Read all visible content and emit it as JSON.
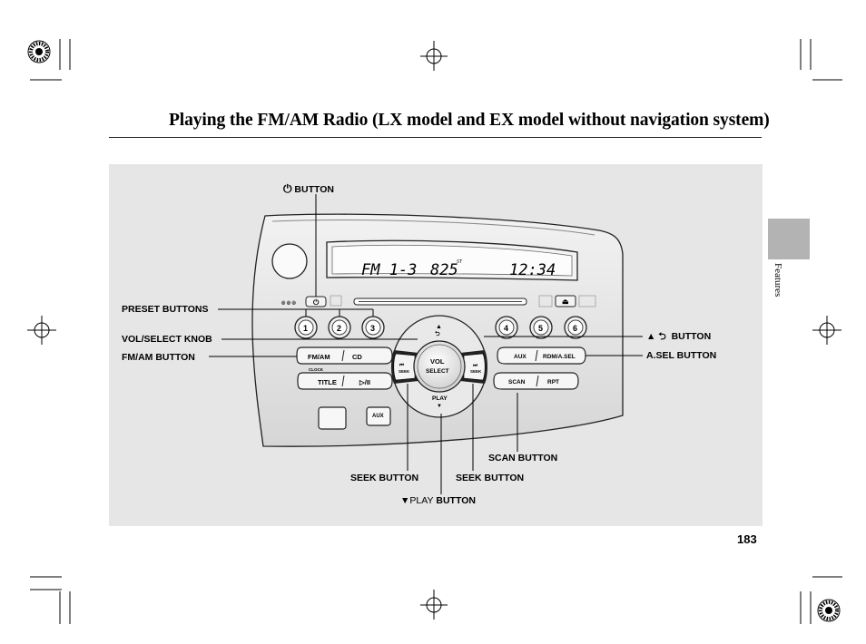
{
  "header": {
    "title": "Playing the FM/AM Radio (LX model and EX model without navigation system)"
  },
  "sidebar": {
    "section": "Features"
  },
  "page_number": "183",
  "radio": {
    "display": {
      "band": "FM 1-3",
      "frequency": "825",
      "stereo": "ST",
      "clock": "12:34"
    },
    "preset_numbers": [
      "1",
      "2",
      "3",
      "4",
      "5",
      "6"
    ],
    "buttons": {
      "fm_am": "FM/AM",
      "cd": "CD",
      "title": "TITLE",
      "play_pause": "▷/II",
      "aux_top": "AUX",
      "aux": "AUX",
      "rdm_asel": "RDM/A.SEL",
      "scan": "SCAN",
      "rpt": "RPT",
      "seek_left": "SEEK",
      "seek_right": "SEEK",
      "knob_top": "VOL",
      "knob_bottom": "SELECT",
      "play": "PLAY",
      "clock": "CLOCK"
    }
  },
  "callouts": {
    "power": "BUTTON",
    "power_icon": "power-icon",
    "preset": "PRESET BUTTONS",
    "vol_select": "VOL/SELECT KNOB",
    "fm_am": "FM/AM BUTTON",
    "up_return": "BUTTON",
    "up_return_icon": "up-return-icon",
    "asel": "A.SEL BUTTON",
    "scan": "SCAN BUTTON",
    "seek_left": "SEEK BUTTON",
    "seek_right": "SEEK BUTTON",
    "play_prefix": "▼PLAY",
    "play_suffix": "BUTTON"
  }
}
